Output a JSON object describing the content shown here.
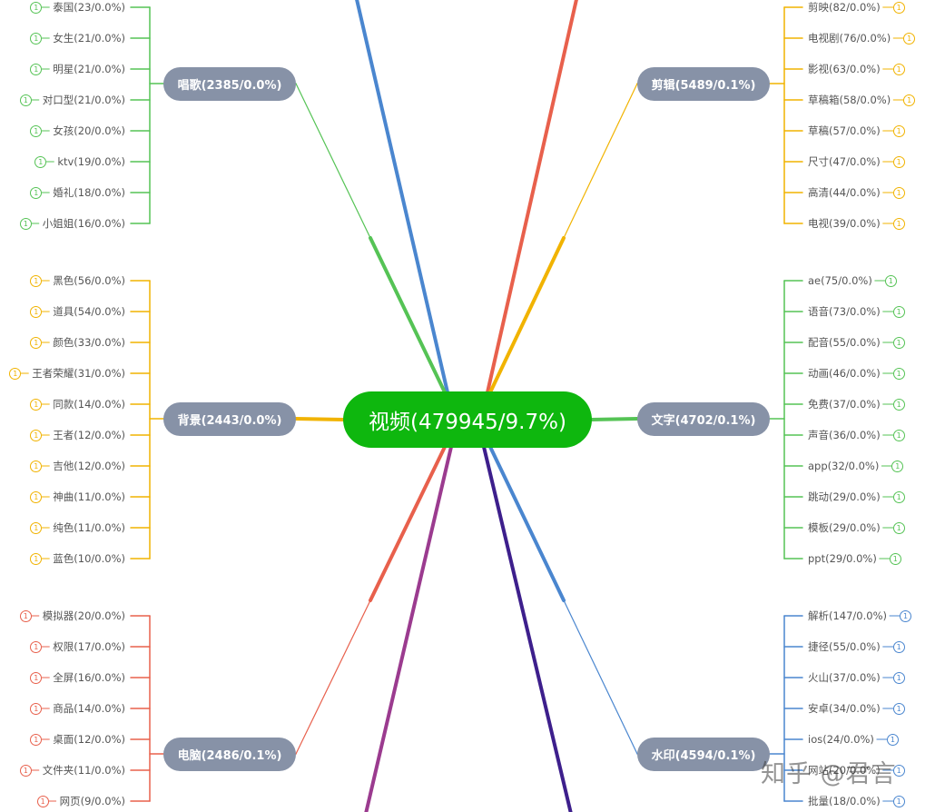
{
  "root": {
    "label": "视频(479945/9.7%)",
    "color": "#0eb70e"
  },
  "node_color": "#8792a7",
  "branches": [
    {
      "id": "changge",
      "label": "唱歌(2385/0.0%)",
      "color": "#55c355",
      "side": "left",
      "leaves": [
        "泰国(23/0.0%)",
        "女生(21/0.0%)",
        "明星(21/0.0%)",
        "对口型(21/0.0%)",
        "女孩(20/0.0%)",
        "ktv(19/0.0%)",
        "婚礼(18/0.0%)",
        "小姐姐(16/0.0%)"
      ]
    },
    {
      "id": "beijing",
      "label": "背景(2443/0.0%)",
      "color": "#f1b300",
      "side": "left",
      "leaves": [
        "黑色(56/0.0%)",
        "道具(54/0.0%)",
        "颜色(33/0.0%)",
        "王者荣耀(31/0.0%)",
        "同款(14/0.0%)",
        "王者(12/0.0%)",
        "吉他(12/0.0%)",
        "神曲(11/0.0%)",
        "纯色(11/0.0%)",
        "蓝色(10/0.0%)"
      ]
    },
    {
      "id": "diannao",
      "label": "电脑(2486/0.1%)",
      "color": "#e8604c",
      "side": "left",
      "leaves": [
        "模拟器(20/0.0%)",
        "权限(17/0.0%)",
        "全屏(16/0.0%)",
        "商品(14/0.0%)",
        "桌面(12/0.0%)",
        "文件夹(11/0.0%)",
        "网页(9/0.0%)"
      ]
    },
    {
      "id": "jianji",
      "label": "剪辑(5489/0.1%)",
      "color": "#f1b300",
      "side": "right",
      "leaves": [
        "剪映(82/0.0%)",
        "电视剧(76/0.0%)",
        "影视(63/0.0%)",
        "草稿箱(58/0.0%)",
        "草稿(57/0.0%)",
        "尺寸(47/0.0%)",
        "高清(44/0.0%)",
        "电视(39/0.0%)"
      ]
    },
    {
      "id": "wenzi",
      "label": "文字(4702/0.1%)",
      "color": "#55c355",
      "side": "right",
      "leaves": [
        "ae(75/0.0%)",
        "语音(73/0.0%)",
        "配音(55/0.0%)",
        "动画(46/0.0%)",
        "免费(37/0.0%)",
        "声音(36/0.0%)",
        "app(32/0.0%)",
        "跳动(29/0.0%)",
        "模板(29/0.0%)",
        "ppt(29/0.0%)"
      ]
    },
    {
      "id": "shuiyin",
      "label": "水印(4594/0.1%)",
      "color": "#4a86cf",
      "side": "right",
      "leaves": [
        "解析(147/0.0%)",
        "捷径(55/0.0%)",
        "火山(37/0.0%)",
        "安卓(34/0.0%)",
        "ios(24/0.0%)",
        "网站(20/0.0%)",
        "批量(18/0.0%)"
      ]
    }
  ],
  "badge_label": "1",
  "watermark": "知乎 @君言",
  "extra_line_colors": {
    "blue": "#4a86cf",
    "red": "#e8604c",
    "purple": "#9b3b8f",
    "indigo": "#3d1f8c"
  }
}
